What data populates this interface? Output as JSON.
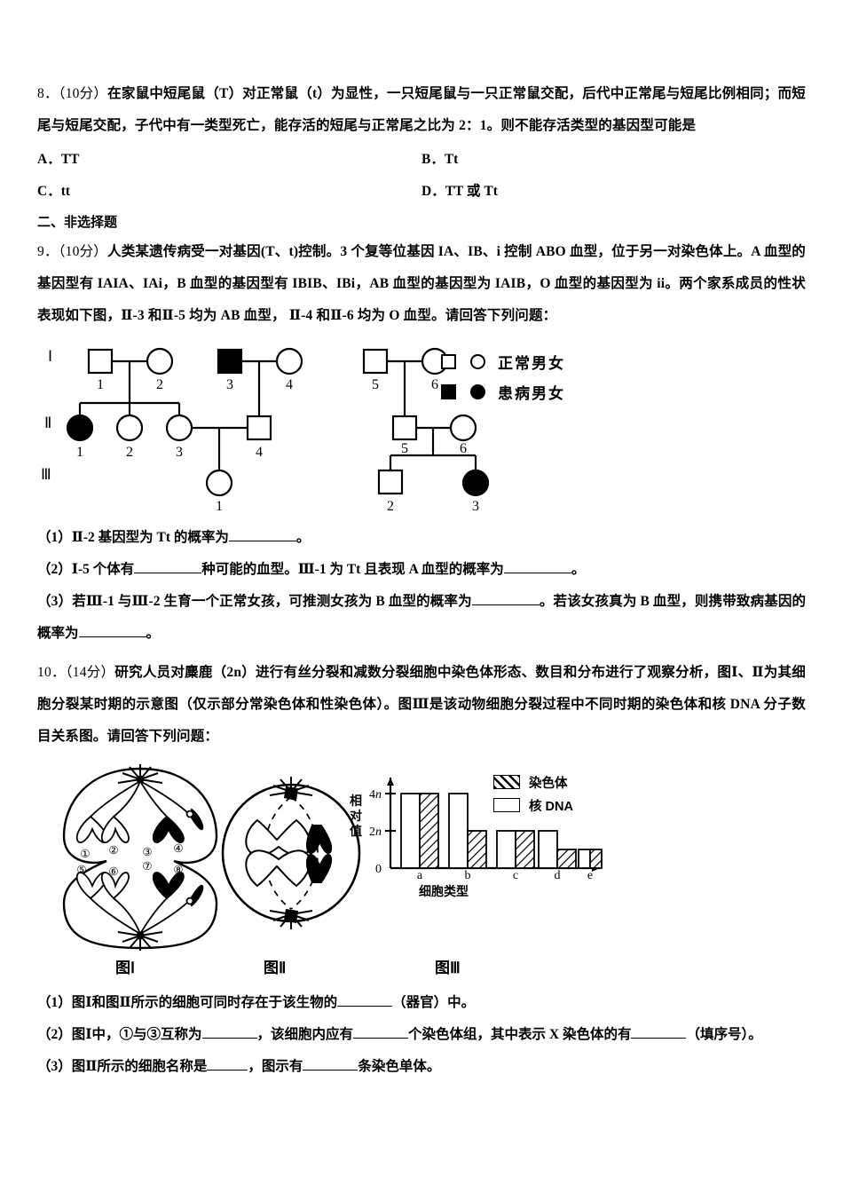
{
  "question8": {
    "number": "8",
    "score": "（10分）",
    "stem": "在家鼠中短尾鼠（T）对正常鼠（t）为显性，一只短尾鼠与一只正常鼠交配，后代中正常尾与短尾比例相同；而短尾与短尾交配，子代中有一类型死亡，能存活的短尾与正常尾之比为 2：1。则不能存活类型的基因型可能是",
    "options": [
      {
        "label": "A．",
        "text": "TT"
      },
      {
        "label": "B．",
        "text": "Tt"
      },
      {
        "label": "C．",
        "text": "tt"
      },
      {
        "label": "D．",
        "text": "TT 或 Tt"
      }
    ]
  },
  "section2": {
    "title": "二、非选择题"
  },
  "question9": {
    "number": "9",
    "score": "（10分）",
    "stem": "人类某遗传病受一对基因(T、t)控制。3 个复等位基因 IA、IB、i 控制 ABO 血型，位于另一对染色体上。A 血型的基因型有 IAIA、IAi，B 血型的基因型有 IBIB、IBi，AB 血型的基因型为 IAIB，O 血型的基因型为 ii。两个家系成员的性状表现如下图，Ⅱ-3 和Ⅱ-5 均为 AB 血型， Ⅱ-4 和Ⅱ-6 均为 O 血型。请回答下列问题：",
    "pedigree": {
      "generations": [
        "Ⅰ",
        "Ⅱ",
        "Ⅲ"
      ],
      "legend": [
        {
          "symbols": "□ ○",
          "label": "正常男女"
        },
        {
          "symbols": "■ ●",
          "label": "患病男女"
        }
      ],
      "individuals": [
        {
          "gen": "I",
          "id": "1",
          "sex": "male",
          "affected": false
        },
        {
          "gen": "I",
          "id": "2",
          "sex": "female",
          "affected": false
        },
        {
          "gen": "I",
          "id": "3",
          "sex": "male",
          "affected": true
        },
        {
          "gen": "I",
          "id": "4",
          "sex": "female",
          "affected": false
        },
        {
          "gen": "I",
          "id": "5",
          "sex": "male",
          "affected": false
        },
        {
          "gen": "I",
          "id": "6",
          "sex": "female",
          "affected": false
        },
        {
          "gen": "II",
          "id": "1",
          "sex": "female",
          "affected": true
        },
        {
          "gen": "II",
          "id": "2",
          "sex": "female",
          "affected": false
        },
        {
          "gen": "II",
          "id": "3",
          "sex": "female",
          "affected": false
        },
        {
          "gen": "II",
          "id": "4",
          "sex": "male",
          "affected": false
        },
        {
          "gen": "II",
          "id": "5",
          "sex": "male",
          "affected": false
        },
        {
          "gen": "II",
          "id": "6",
          "sex": "female",
          "affected": false
        },
        {
          "gen": "III",
          "id": "1",
          "sex": "female",
          "affected": false
        },
        {
          "gen": "III",
          "id": "2",
          "sex": "male",
          "affected": false
        },
        {
          "gen": "III",
          "id": "3",
          "sex": "female",
          "affected": true
        }
      ]
    },
    "subquestions": [
      {
        "prefix": "（1）Ⅱ-2 基因型为 Tt 的概率为",
        "suffix": "。"
      },
      {
        "prefix": "（2）Ⅰ-5 个体有",
        "mid": "种可能的血型。Ⅲ-1 为 Tt 且表现 A 血型的概率为",
        "suffix": "。"
      },
      {
        "prefix": "（3）若Ⅲ-1 与Ⅲ-2 生育一个正常女孩，可推测女孩为 B 血型的概率为",
        "mid": "。若该女孩真为 B 血型，则携带致病基因的概率为",
        "suffix": "。"
      }
    ]
  },
  "question10": {
    "number": "10",
    "score": "（14分）",
    "stem": "研究人员对麋鹿（2n）进行有丝分裂和减数分裂细胞中染色体形态、数目和分布进行了观察分析，图Ⅰ、Ⅱ为其细胞分裂某时期的示意图（仅示部分常染色体和性染色体）。图Ⅲ是该动物细胞分裂过程中不同时期的染色体和核 DNA 分子数目关系图。请回答下列问题：",
    "figure_captions": [
      "图Ⅰ",
      "图Ⅱ",
      "图Ⅲ"
    ],
    "figure1": {
      "chromosome_labels": [
        "①",
        "②",
        "③",
        "④",
        "⑤",
        "⑥",
        "⑦",
        "⑧"
      ]
    },
    "subquestions": [
      {
        "prefix": "（1）图Ⅰ和图Ⅱ所示的细胞可同时存在于该生物的",
        "suffix": "（器官）中。"
      },
      {
        "prefix": "（2）图Ⅰ中，①与③互称为",
        "mid1": "，该细胞内应有",
        "mid2": "个染色体组，其中表示 X 染色体的有",
        "suffix": "（填序号）。"
      },
      {
        "prefix": "（3）图Ⅱ所示的细胞名称是",
        "mid1": "，图示有",
        "suffix": "条染色单体。"
      }
    ]
  },
  "chart_data": {
    "type": "bar",
    "title": "图Ⅲ",
    "categories": [
      "a",
      "b",
      "c",
      "d",
      "e"
    ],
    "series": [
      {
        "name": "核 DNA",
        "values": [
          4,
          4,
          2,
          2,
          1
        ],
        "fill": "white"
      },
      {
        "name": "染色体",
        "values": [
          4,
          2,
          2,
          1,
          1
        ],
        "fill": "hatched"
      }
    ],
    "xlabel": "细胞类型",
    "ylabel": "相对值",
    "ytick_labels": [
      "0",
      "2n",
      "4n"
    ],
    "ytick_values": [
      0,
      2,
      4
    ],
    "ylim": [
      0,
      4.6
    ],
    "grid": false,
    "legend_position": "top-right",
    "unit": "n"
  }
}
